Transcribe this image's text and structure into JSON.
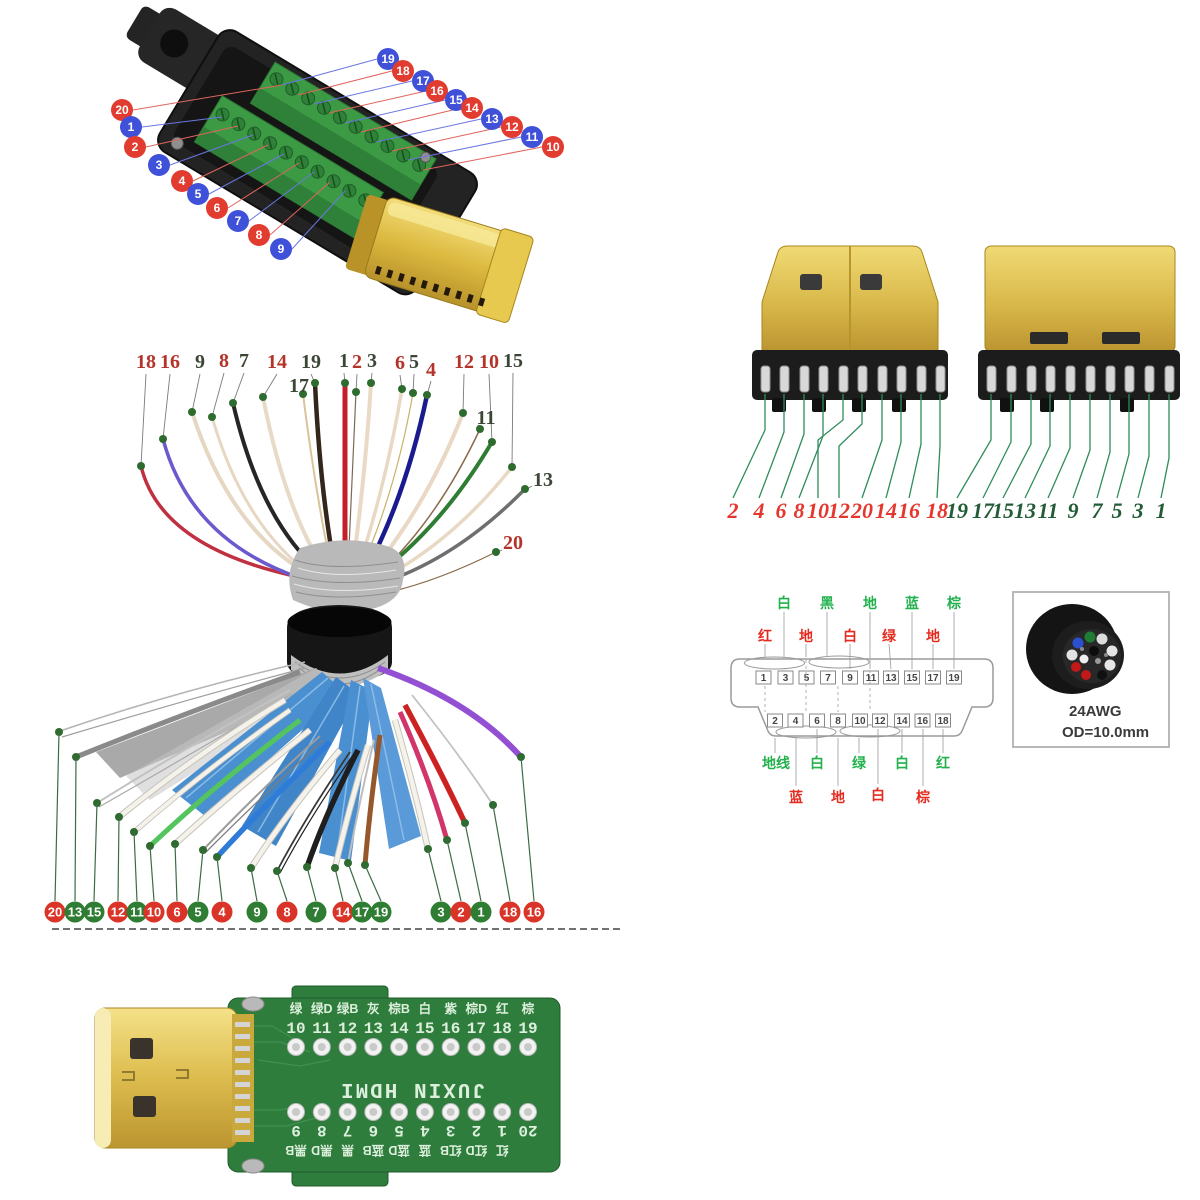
{
  "colors": {
    "red_badge": "#e23b30",
    "blue_badge": "#3f51d9",
    "red_circle": "#da3327",
    "green_circle": "#2e7d32",
    "red_number_text": "#b5342a",
    "dark_number_text": "#3c4637",
    "green_leader_line": "#2e8c5a",
    "pinout_green_label": "#22b14c",
    "pinout_red_label": "#e42b1e",
    "pcb_green": "#2e7d3c",
    "gold": "#d9b44a"
  },
  "breakout": {
    "left_callouts": [
      {
        "n": "20",
        "c": "red"
      },
      {
        "n": "1",
        "c": "blue"
      },
      {
        "n": "2",
        "c": "red"
      },
      {
        "n": "3",
        "c": "blue"
      },
      {
        "n": "4",
        "c": "red"
      },
      {
        "n": "5",
        "c": "blue"
      },
      {
        "n": "6",
        "c": "red"
      },
      {
        "n": "7",
        "c": "blue"
      },
      {
        "n": "8",
        "c": "red"
      },
      {
        "n": "9",
        "c": "blue"
      }
    ],
    "right_callouts": [
      {
        "n": "19",
        "c": "blue"
      },
      {
        "n": "18",
        "c": "red"
      },
      {
        "n": "17",
        "c": "blue"
      },
      {
        "n": "16",
        "c": "red"
      },
      {
        "n": "15",
        "c": "blue"
      },
      {
        "n": "14",
        "c": "red"
      },
      {
        "n": "13",
        "c": "blue"
      },
      {
        "n": "12",
        "c": "red"
      },
      {
        "n": "11",
        "c": "blue"
      },
      {
        "n": "10",
        "c": "red"
      }
    ]
  },
  "upper_fanout": {
    "labels": [
      {
        "n": "18",
        "c": "red"
      },
      {
        "n": "16",
        "c": "red"
      },
      {
        "n": "9",
        "c": "dark"
      },
      {
        "n": "8",
        "c": "red"
      },
      {
        "n": "7",
        "c": "dark"
      },
      {
        "n": "14",
        "c": "red"
      },
      {
        "n": "19",
        "c": "dark"
      },
      {
        "n": "17",
        "c": "dark"
      },
      {
        "n": "1",
        "c": "dark"
      },
      {
        "n": "2",
        "c": "red"
      },
      {
        "n": "3",
        "c": "dark"
      },
      {
        "n": "6",
        "c": "red"
      },
      {
        "n": "5",
        "c": "dark"
      },
      {
        "n": "4",
        "c": "red"
      },
      {
        "n": "12",
        "c": "red"
      },
      {
        "n": "10",
        "c": "red"
      },
      {
        "n": "15",
        "c": "dark"
      },
      {
        "n": "11",
        "c": "dark"
      },
      {
        "n": "13",
        "c": "dark"
      },
      {
        "n": "20",
        "c": "red"
      }
    ]
  },
  "lower_fanout": {
    "circles": [
      {
        "n": "20",
        "c": "red"
      },
      {
        "n": "13",
        "c": "green"
      },
      {
        "n": "15",
        "c": "green"
      },
      {
        "n": "12",
        "c": "red"
      },
      {
        "n": "11",
        "c": "green"
      },
      {
        "n": "10",
        "c": "red"
      },
      {
        "n": "6",
        "c": "red"
      },
      {
        "n": "5",
        "c": "green"
      },
      {
        "n": "4",
        "c": "red"
      },
      {
        "n": "9",
        "c": "green"
      },
      {
        "n": "8",
        "c": "red"
      },
      {
        "n": "7",
        "c": "green"
      },
      {
        "n": "14",
        "c": "red"
      },
      {
        "n": "17",
        "c": "green"
      },
      {
        "n": "19",
        "c": "green"
      },
      {
        "n": "3",
        "c": "green"
      },
      {
        "n": "2",
        "c": "red"
      },
      {
        "n": "1",
        "c": "green"
      },
      {
        "n": "18",
        "c": "red"
      },
      {
        "n": "16",
        "c": "red"
      }
    ]
  },
  "connector_photos": {
    "left_pin_labels": [
      "2",
      "4",
      "6",
      "8",
      "10",
      "12",
      "20",
      "14",
      "16",
      "18"
    ],
    "right_pin_labels": [
      "19",
      "17",
      "15",
      "13",
      "11",
      "9",
      "7",
      "5",
      "3",
      "1"
    ]
  },
  "pinout": {
    "top_pins": [
      "1",
      "3",
      "5",
      "7",
      "9",
      "11",
      "13",
      "15",
      "17",
      "19"
    ],
    "bottom_pins": [
      "2",
      "4",
      "6",
      "8",
      "10",
      "12",
      "14",
      "16",
      "18"
    ],
    "top_outer_labels": [
      "白",
      "黑",
      "地",
      "蓝",
      "棕"
    ],
    "top_inner_labels": [
      "红",
      "地",
      "白",
      "绿",
      "地"
    ],
    "bottom_inner_labels": [
      "地线",
      "白",
      "绿",
      "白",
      "红"
    ],
    "bottom_outer_labels": [
      "蓝",
      "地",
      "白",
      "棕"
    ]
  },
  "cross_section": {
    "spec_awg": "24AWG",
    "spec_od": "OD=10.0mm"
  },
  "pcb": {
    "silkscreen": "JUXIN HDMI",
    "top_labels": [
      "绿",
      "绿D",
      "绿B",
      "灰",
      "棕B",
      "白",
      "紫",
      "棕D",
      "红",
      "棕"
    ],
    "top_numbers": [
      "10",
      "11",
      "12",
      "13",
      "14",
      "15",
      "16",
      "17",
      "18",
      "19"
    ],
    "bottom_numbers": [
      "9",
      "8",
      "7",
      "6",
      "5",
      "4",
      "3",
      "2",
      "1",
      "20"
    ],
    "bottom_labels": [
      "黑B",
      "黑D",
      "黑",
      "蓝B",
      "蓝D",
      "蓝",
      "红B",
      "红D",
      "红"
    ]
  }
}
